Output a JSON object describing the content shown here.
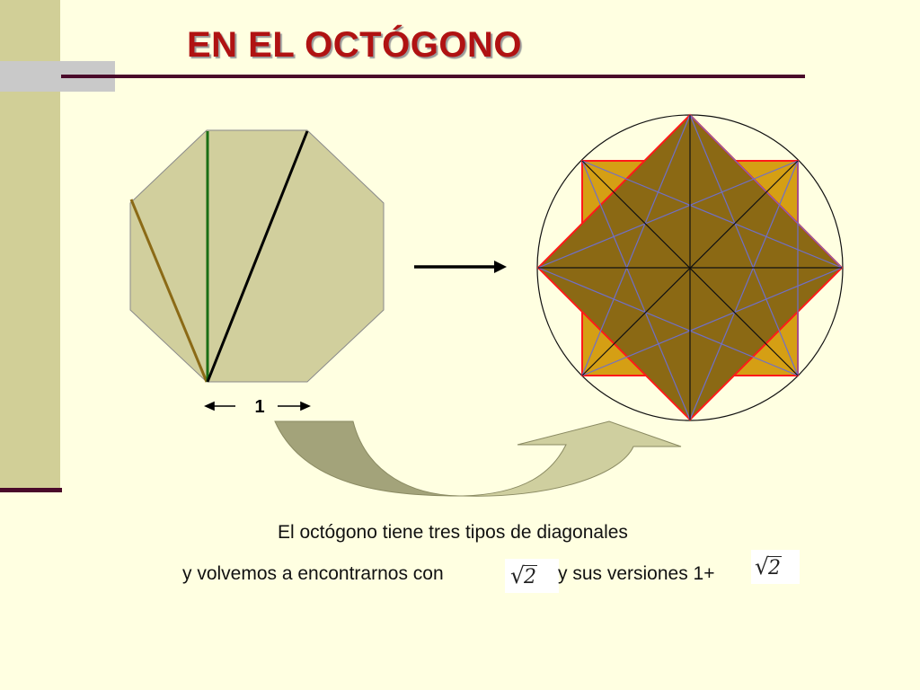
{
  "slide": {
    "title": "EN EL OCTÓGONO",
    "side_label": "1",
    "caption_line1": "El octógono tiene tres tipos de diagonales",
    "caption_line2_pre": "y volvemos a encontrarnos con",
    "caption_line2_post": "y sus versiones 1+",
    "radical_symbol": "√",
    "radicand": "2"
  },
  "colors": {
    "background": "#ffffe1",
    "sidebar": "#d1cf97",
    "rule": "#4a0a2a",
    "title": "#b01212",
    "octagon_fill": "#d1cf9d",
    "diag_short": "#8b6a16",
    "diag_medium": "#1a6e14",
    "diag_long": "#000000",
    "star_square_orange": "#d59f14",
    "star_square_brown": "#8b6914",
    "star_edges": "#ff1a1a",
    "star_inner_lines": "#6f6fc8",
    "curved_arrow_dark": "#a3a37a",
    "curved_arrow_light": "#cfcf9f"
  }
}
